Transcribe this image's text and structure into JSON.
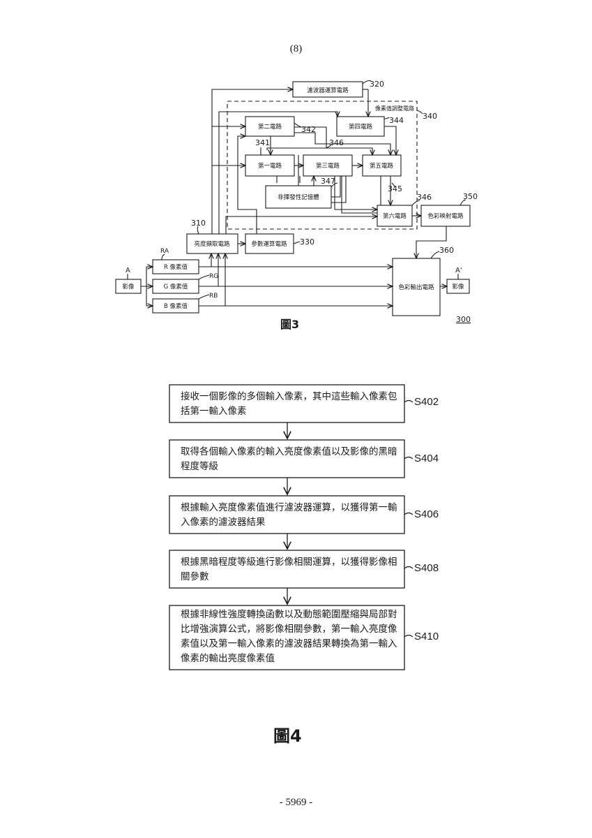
{
  "header": {
    "page_label": "(8)"
  },
  "footer": {
    "page_number": "- 5969 -"
  },
  "fig3": {
    "caption": "圖3",
    "ref_300": "300",
    "blocks": {
      "filter": "濾波器運算電路",
      "pixel_adjust": "像素值調整電路",
      "c2": "第二電路",
      "c4": "第四電路",
      "c1": "第一電路",
      "c3": "第三電路",
      "c5": "第五電路",
      "nvm": "非揮發性記憶體",
      "c6": "第六電路",
      "color_map": "色彩映射電路",
      "luma": "亮度擷取電路",
      "param": "參數運算電路",
      "color_out": "色彩輸出電路",
      "r_val": "R 像素值",
      "g_val": "G 像素值",
      "b_val": "B 像素值",
      "image_in": "影像",
      "image_out": "影像"
    },
    "refs": {
      "r320": "320",
      "r340": "340",
      "r342": "342",
      "r344": "344",
      "r341": "341",
      "r346a": "346",
      "r347": "347",
      "r345": "345",
      "r346b": "346",
      "r350": "350",
      "r310": "310",
      "r330": "330",
      "r360": "360",
      "ra": "RA",
      "rg": "RG",
      "rb": "RB",
      "a_in": "A",
      "a_out": "A'"
    }
  },
  "fig4": {
    "caption": "圖4",
    "steps": [
      {
        "id": "S402",
        "lines": [
          "接收一個影像的多個輸入像素，其中這些輸入像素包",
          "括第一輸入像素"
        ]
      },
      {
        "id": "S404",
        "lines": [
          "取得各個輸入像素的輸入亮度像素值以及影像的黑暗",
          "程度等級"
        ]
      },
      {
        "id": "S406",
        "lines": [
          "根據輸入亮度像素值進行濾波器運算，以獲得第一輸",
          "入像素的濾波器結果"
        ]
      },
      {
        "id": "S408",
        "lines": [
          "根據黑暗程度等級進行影像相關運算，以獲得影像相",
          "關參數"
        ]
      },
      {
        "id": "S410",
        "lines": [
          "根據非線性強度轉換函數以及動態範圍壓縮與局部對",
          "比增強演算公式，將影像相關參數，第一輸入亮度像",
          "素值以及第一輸入像素的濾波器結果轉換為第一輸入",
          "像素的輸出亮度像素值"
        ]
      }
    ]
  }
}
